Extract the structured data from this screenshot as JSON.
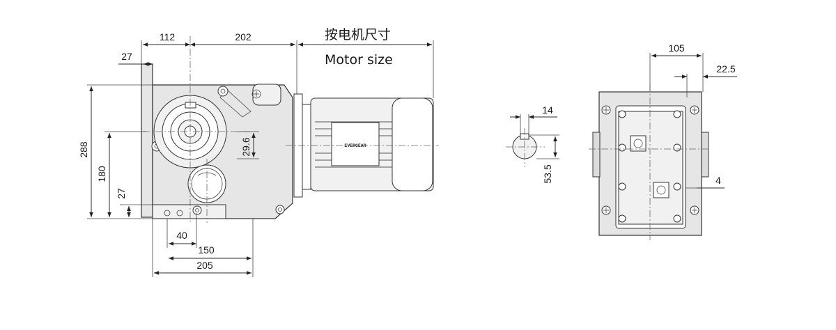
{
  "motor_note": {
    "chinese": "按电机尺寸",
    "english": "Motor size"
  },
  "motor_brand_label": "EVERGEAR",
  "side_view": {
    "dims": {
      "d112": "112",
      "d202": "202",
      "d27_top": "27",
      "d288": "288",
      "d180": "180",
      "d27_left": "27",
      "d29_6": "29.6",
      "d40": "40",
      "d150": "150",
      "d205": "205"
    }
  },
  "shaft_view": {
    "dims": {
      "d14": "14",
      "d53_5": "53.5"
    }
  },
  "end_view": {
    "dims": {
      "d105": "105",
      "d22_5": "22.5",
      "d4": "4"
    }
  }
}
